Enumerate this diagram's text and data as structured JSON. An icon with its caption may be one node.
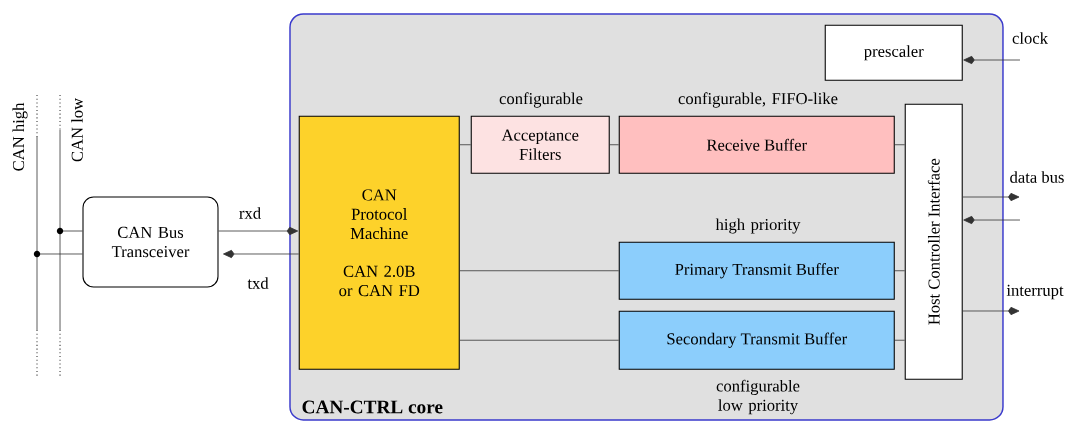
{
  "diagram": {
    "nodes": [
      {
        "text": [
          "CAN-CTRL core"
        ]
      },
      {
        "text": [
          "CAN Bus Transceiver"
        ]
      },
      {
        "text": [
          "CAN Protocol Machine",
          "CAN 2.0B or CAN FD"
        ],
        "in": 0
      },
      {
        "text": [
          "Acceptance Filters"
        ],
        "beside": [
          "configurable"
        ],
        "in": 0
      },
      {
        "text": [
          "Receive Buffer"
        ],
        "beside": [
          "configurable, FIFO-like"
        ],
        "in": 0
      },
      {
        "text": [
          "Primary Transmit Buffer"
        ],
        "beside": [
          "high priority"
        ],
        "in": 0
      },
      {
        "text": [
          "Secondary Transmit Buffer"
        ],
        "beside": [
          "configurable low priority"
        ],
        "in": 0
      },
      {
        "text": [
          "prescaler"
        ],
        "in": 0
      },
      {
        "text": [
          "Host Controller Interface"
        ],
        "in": 0
      },
      {
        "text": [
          "CAN high"
        ]
      },
      {
        "text": [
          "CAN low"
        ]
      }
    ],
    "edges": [
      {
        "from": 9,
        "to": 1,
        "arrow": "none"
      },
      {
        "from": 10,
        "to": 1,
        "arrow": "none"
      },
      {
        "from": 1,
        "to": 2,
        "arrow": "to",
        "label": "rxd"
      },
      {
        "from": 2,
        "to": 1,
        "arrow": "to",
        "label": "txd"
      },
      {
        "from": 3,
        "to": 2,
        "arrow": "none"
      },
      {
        "from": 4,
        "to": 3,
        "arrow": "none"
      },
      {
        "from": 8,
        "to": 4,
        "arrow": "none"
      },
      {
        "from": 5,
        "to": 2,
        "arrow": "none"
      },
      {
        "from": 6,
        "to": 2,
        "arrow": "none"
      },
      {
        "from": 8,
        "to": 5,
        "arrow": "none"
      },
      {
        "from": 8,
        "to": 6,
        "arrow": "none"
      },
      {
        "from": null,
        "to": 7,
        "arrow": "to",
        "label": "clock"
      },
      {
        "from": 8,
        "to": null,
        "arrow": "to",
        "label": "data bus"
      },
      {
        "from": null,
        "to": 8,
        "arrow": "to"
      },
      {
        "from": 8,
        "to": null,
        "arrow": "to",
        "label": "interrupt"
      }
    ]
  }
}
